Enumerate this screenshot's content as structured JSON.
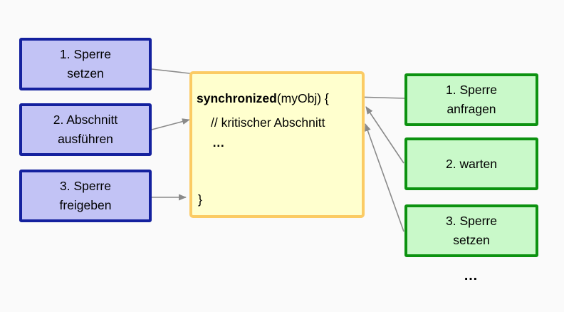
{
  "diagram": {
    "title_hint": "synchronized block locking steps",
    "left_steps": {
      "boxes": [
        {
          "line1": "1. Sperre",
          "line2": "setzen"
        },
        {
          "line1": "2. Abschnitt",
          "line2": "ausführen"
        },
        {
          "line1": "3. Sperre",
          "line2": "freigeben"
        }
      ]
    },
    "code": {
      "keyword": "synchronized",
      "args": "(myObj) {",
      "comment": "// kritischer Abschnitt",
      "ellipsis": "…",
      "close": "}"
    },
    "right_steps": {
      "boxes": [
        {
          "line1": "1. Sperre",
          "line2": "anfragen"
        },
        {
          "line1": "2. warten",
          "line2": ""
        },
        {
          "line1": "3. Sperre",
          "line2": "setzen"
        }
      ],
      "ellipsis": "…"
    }
  },
  "colors": {
    "bg": "#fafafa",
    "blue-fill": "#c2c3f5",
    "blue-border": "#14219e",
    "yellow-fill": "#ffffce",
    "yellow-border": "#fbcb64",
    "green-fill": "#c9f9c9",
    "green-border": "#0c9210",
    "arrow": "#8a8a8a",
    "text": "#000000"
  }
}
